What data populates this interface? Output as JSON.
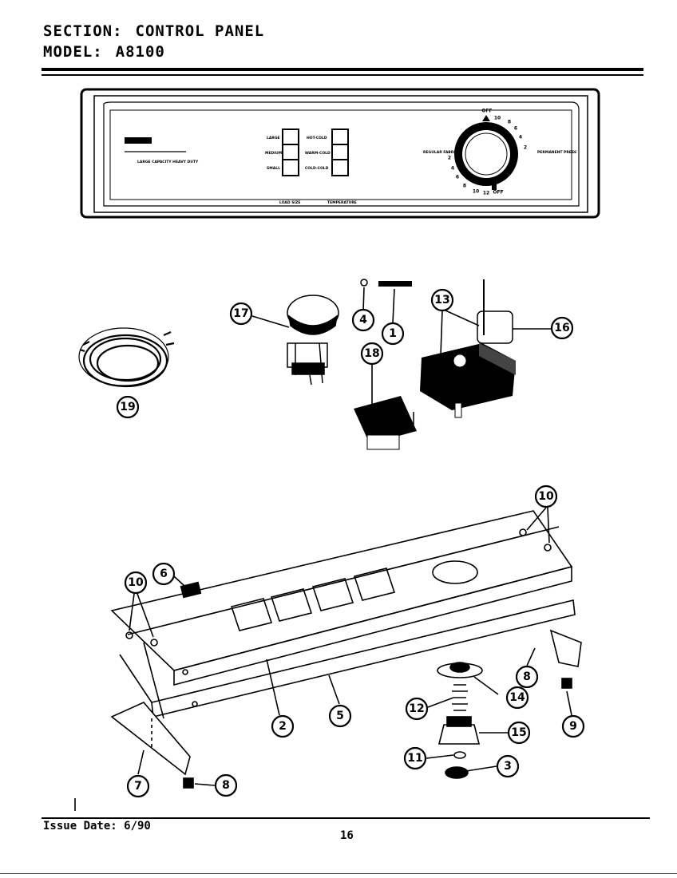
{
  "header": {
    "section_label": "SECTION:",
    "section_value": "CONTROL PANEL",
    "model_label": "MODEL:",
    "model_value": "A8100"
  },
  "panel": {
    "load_buttons": [
      "LARGE",
      "MEDIUM",
      "SMALL"
    ],
    "temp_buttons": [
      "HOT-COLD",
      "WARM-COLD",
      "COLD-COLD"
    ],
    "load_caption": "LOAD SIZE",
    "temp_caption": "TEMPERATURE",
    "tag_line": "LARGE CAPACITY HEAVY DUTY",
    "dial_left_label": "REGULAR FABRICS",
    "dial_right_label": "PERMANENT PRESS",
    "dial_numbers": [
      "10",
      "8",
      "6",
      "4",
      "2",
      "12",
      "10",
      "8",
      "6",
      "4",
      "2",
      "OFF",
      "OFF"
    ]
  },
  "callouts": [
    "1",
    "2",
    "3",
    "4",
    "5",
    "6",
    "7",
    "8",
    "8",
    "9",
    "10",
    "10",
    "11",
    "12",
    "13",
    "14",
    "15",
    "16",
    "17",
    "18",
    "19"
  ],
  "footer": {
    "issue_date": "Issue Date: 6/90",
    "page_number": "16"
  }
}
